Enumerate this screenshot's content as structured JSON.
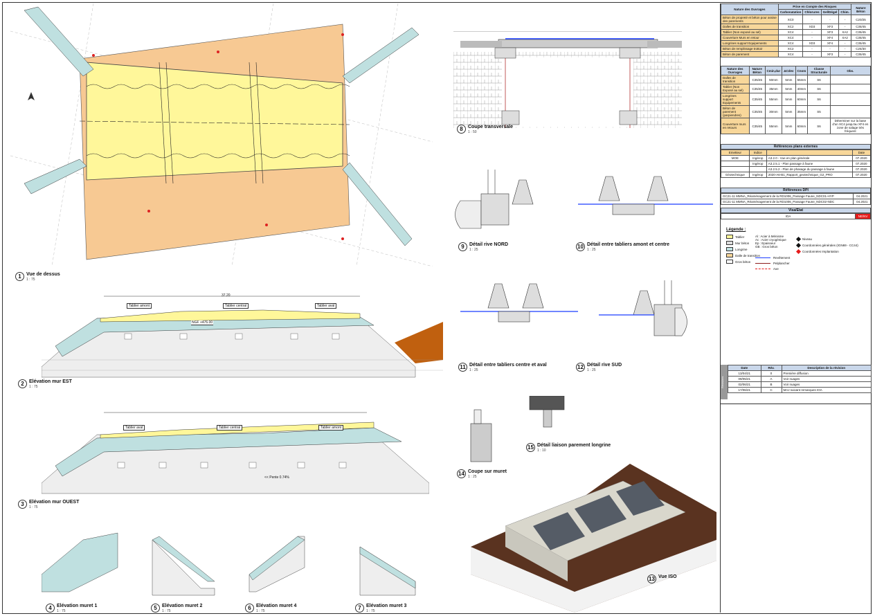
{
  "views": [
    {
      "num": "1",
      "title": "Vue de dessus",
      "scale": "1 : 75"
    },
    {
      "num": "2",
      "title": "Elévation mur EST",
      "scale": "1 : 75"
    },
    {
      "num": "3",
      "title": "Elévation mur OUEST",
      "scale": "1 : 75"
    },
    {
      "num": "4",
      "title": "Elévation muret 1",
      "scale": "1 : 75"
    },
    {
      "num": "5",
      "title": "Elévation muret 2",
      "scale": "1 : 75"
    },
    {
      "num": "6",
      "title": "Elévation muret 4",
      "scale": "1 : 75"
    },
    {
      "num": "7",
      "title": "Elévation muret 3",
      "scale": "1 : 75"
    },
    {
      "num": "8",
      "title": "Coupe transversale",
      "scale": "1 : 50"
    },
    {
      "num": "9",
      "title": "Détail rive NORD",
      "scale": "1 : 25"
    },
    {
      "num": "10",
      "title": "Détail entre tabliers amont et centre",
      "scale": "1 : 25"
    },
    {
      "num": "11",
      "title": "Détail entre tabliers centre et aval",
      "scale": "1 : 25"
    },
    {
      "num": "12",
      "title": "Détail rive SUD",
      "scale": "1 : 25"
    },
    {
      "num": "14",
      "title": "Coupe sur muret",
      "scale": "1 : 25"
    },
    {
      "num": "15",
      "title": "Détail liaison parement longrine",
      "scale": "1 : 10"
    },
    {
      "num": "13",
      "title": "Vue ISO",
      "scale": ""
    }
  ],
  "labels": {
    "tablier_aval": "Tablier aval",
    "tablier_central": "Tablier central",
    "tablier_amont": "Tablier amont",
    "pente": "<< Pente 0.74%",
    "dim_total": "37.20",
    "ngf": "NGF +476.00"
  },
  "exposure": {
    "header_nature": "Nature des Ouvrages",
    "header_group": "Prise en Compte des Risques",
    "header_cols": [
      "Carbonatation",
      "Chlorures",
      "Gel/Dégel",
      "Chim."
    ],
    "header_beton": "Nature Béton",
    "rows": [
      [
        "Béton de propreté et béton pour assise des parements",
        "XC0",
        "-",
        "-",
        "-",
        "C20/25"
      ],
      [
        "Dalles de transition",
        "XC2",
        "XD3",
        "XF3",
        "-",
        "C35/45"
      ],
      [
        "Tablier (Non exposé au sel)",
        "XC4",
        "-",
        "XF3",
        "XA2",
        "C35/45"
      ],
      [
        "Couverture Murs en retour",
        "XC4",
        "-",
        "XF4",
        "XA2",
        "C35/45"
      ],
      [
        "Longrines support Equipements",
        "XC4",
        "XD3",
        "XF4",
        "-",
        "C35/45"
      ],
      [
        "Béton de remplissage trottoir",
        "XC2",
        "-",
        "-",
        "-",
        "C25/30"
      ],
      [
        "Béton de parement",
        "XC4",
        "-",
        "XF3",
        "-",
        "C35/45"
      ]
    ]
  },
  "concrete": {
    "headers": [
      "Nature des Ouvrages",
      "Nature Béton",
      "Cmin,dur",
      "ΔCdev",
      "Cnom",
      "Classe Structurale",
      "Obs."
    ],
    "rows": [
      [
        "Dalles de transition",
        "C35/45",
        "50mm",
        "5mm",
        "55mm",
        "S6",
        ""
      ],
      [
        "Tablier (Non Exposé au sel)",
        "C35/45",
        "35mm",
        "5mm",
        "40mm",
        "S6",
        ""
      ],
      [
        "Longrines support Equipements",
        "C35/45",
        "55mm",
        "5mm",
        "60mm",
        "S6",
        ""
      ],
      [
        "Béton de parement (parpiendres)",
        "C35/45",
        "30mm",
        "5mm",
        "35mm",
        "S5",
        ""
      ],
      [
        "Couverture murs en retours",
        "C35/45",
        "55mm",
        "5mm",
        "60mm",
        "S6",
        "Déterminer sur la base d'un XC4 jusqu'au XF4 en zone de salage très fréquent"
      ]
    ]
  },
  "ext_refs": {
    "title": "Références plans externes",
    "headers": [
      "Emetteur",
      "Indice",
      "",
      "Date"
    ],
    "rows": [
      [
        "MOE",
        "Ingérop",
        "A3.2.0 - Vue en plan générale",
        "07.2020"
      ],
      [
        "",
        "Ingérop",
        "A3.2.5.1 - Plan passage à faune",
        "07.2020"
      ],
      [
        "",
        "",
        "A3.2.5.2 - Plan de phasage du passage à faune",
        "07.2020"
      ],
      [
        "Géotechnique",
        "Ingérop",
        "2020-A6-B1_Rapport_geotechnique_G2_PRO",
        "07.2020"
      ]
    ]
  },
  "dpi_refs": {
    "title": "Références DPI",
    "rows": [
      [
        "GC21-11 MMNA_Réaménagement de la RD1006_Passage Faune_NDC01-HYP",
        "04.2021"
      ],
      [
        "GC21-11 MMNA_Réaménagement de la RD1006_Passage Faune_NDC02-NDC",
        "04.2021"
      ]
    ]
  },
  "visa": {
    "title": "Visa/Etat",
    "name": "IOA",
    "status": "NE/NV"
  },
  "legend": {
    "title": "Légende :",
    "items": [
      "Tablier",
      "Mur béton",
      "Longrine",
      "Dalle de transition",
      "Gros béton"
    ],
    "abbr": [
      "Al : Acier à Ménisme",
      "Ac : Acier cryogénique",
      "Ep : Epaisseur",
      "GB : Gros béton"
    ],
    "lines": [
      "Revêtement",
      "Pelplancher",
      "Axe"
    ],
    "markers": [
      "Niveau",
      "Coordonnées générales (IGN69 - CC44)",
      "Coordonnées Implantation"
    ]
  },
  "revisions": {
    "side": "Révisions",
    "headers": [
      "Date",
      "Rév.",
      "Description de la révision"
    ],
    "rows": [
      [
        "13/04/21",
        "0",
        "Première diffusion"
      ],
      [
        "09/05/21",
        "A",
        "Voir nuages"
      ],
      [
        "02/06/21",
        "B",
        "Voir nuages"
      ],
      [
        "17/06/21",
        "C",
        "MAJ suivant remarques IOA"
      ]
    ]
  }
}
